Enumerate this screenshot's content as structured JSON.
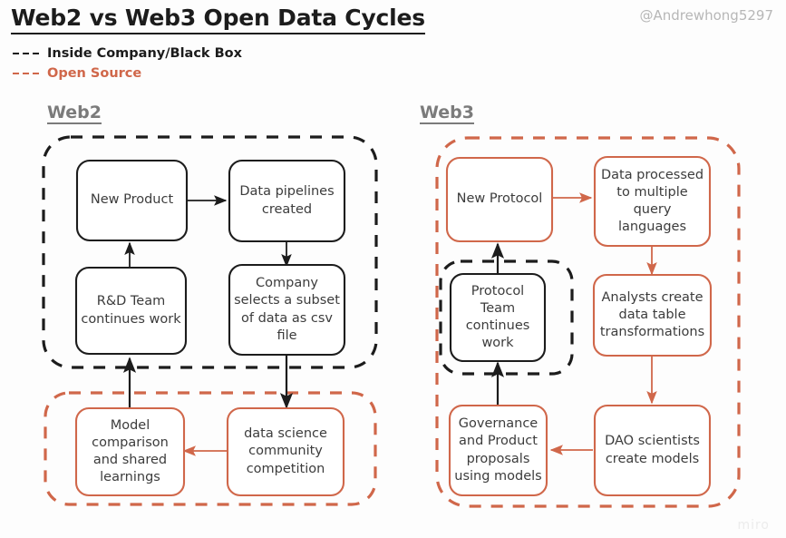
{
  "header": {
    "title": "Web2 vs Web3 Open Data Cycles",
    "handle": "@Andrewhong5297",
    "watermark": "miro"
  },
  "legend": {
    "items": [
      {
        "label": "Inside Company/Black Box",
        "color": "#1c1c1c",
        "style": "dashed"
      },
      {
        "label": "Open Source",
        "color": "#d0674a",
        "style": "dashed"
      }
    ]
  },
  "colors": {
    "black": "#1c1c1c",
    "orange": "#d0674a",
    "text": "#3c3c3c",
    "heading_gray": "#7b7b7b",
    "background": "#fdfdfd"
  },
  "sections": [
    {
      "id": "web2",
      "heading": "Web2",
      "groups": [
        {
          "id": "web2-closed",
          "kind": "black-dashed",
          "label": "Inside Company/Black Box"
        },
        {
          "id": "web2-open",
          "kind": "orange-dashed",
          "label": "Open Source"
        }
      ],
      "nodes": [
        {
          "id": "new-product",
          "label": "New Product",
          "group": "web2-closed",
          "border": "black"
        },
        {
          "id": "data-pipelines-created",
          "label": "Data pipelines created",
          "group": "web2-closed",
          "border": "black"
        },
        {
          "id": "rd-team-continues-work",
          "label": "R&D Team continues work",
          "group": "web2-closed",
          "border": "black"
        },
        {
          "id": "company-selects-subset",
          "label": "Company selects a subset of data as csv file",
          "group": "web2-closed",
          "border": "black"
        },
        {
          "id": "model-comparison",
          "label": "Model comparison and shared learnings",
          "group": "web2-open",
          "border": "orange"
        },
        {
          "id": "data-science-competition",
          "label": "data science community competition",
          "group": "web2-open",
          "border": "orange"
        }
      ],
      "edges": [
        {
          "from": "new-product",
          "to": "data-pipelines-created",
          "color": "black"
        },
        {
          "from": "data-pipelines-created",
          "to": "company-selects-subset",
          "color": "black"
        },
        {
          "from": "company-selects-subset",
          "to": "data-science-competition",
          "color": "black"
        },
        {
          "from": "data-science-competition",
          "to": "model-comparison",
          "color": "orange"
        },
        {
          "from": "model-comparison",
          "to": "rd-team-continues-work",
          "color": "black"
        },
        {
          "from": "rd-team-continues-work",
          "to": "new-product",
          "color": "black"
        }
      ]
    },
    {
      "id": "web3",
      "heading": "Web3",
      "groups": [
        {
          "id": "web3-open",
          "kind": "orange-dashed",
          "label": "Open Source"
        },
        {
          "id": "web3-closed",
          "kind": "black-dashed",
          "label": "Inside Company/Black Box"
        }
      ],
      "nodes": [
        {
          "id": "new-protocol",
          "label": "New Protocol",
          "group": "web3-open",
          "border": "orange"
        },
        {
          "id": "data-processed-query-languages",
          "label": "Data processed to multiple query languages",
          "group": "web3-open",
          "border": "orange"
        },
        {
          "id": "protocol-team-continues-work",
          "label": "Protocol Team continues work",
          "group": "web3-closed",
          "border": "black"
        },
        {
          "id": "analysts-create-transformations",
          "label": "Analysts create data table transformations",
          "group": "web3-open",
          "border": "orange"
        },
        {
          "id": "governance-product-proposals",
          "label": "Governance and Product proposals using models",
          "group": "web3-open",
          "border": "orange"
        },
        {
          "id": "dao-scientists-create-models",
          "label": "DAO scientists create models",
          "group": "web3-open",
          "border": "orange"
        }
      ],
      "edges": [
        {
          "from": "new-protocol",
          "to": "data-processed-query-languages",
          "color": "orange"
        },
        {
          "from": "data-processed-query-languages",
          "to": "analysts-create-transformations",
          "color": "orange"
        },
        {
          "from": "analysts-create-transformations",
          "to": "dao-scientists-create-models",
          "color": "orange"
        },
        {
          "from": "dao-scientists-create-models",
          "to": "governance-product-proposals",
          "color": "orange"
        },
        {
          "from": "governance-product-proposals",
          "to": "protocol-team-continues-work",
          "color": "black"
        },
        {
          "from": "protocol-team-continues-work",
          "to": "new-protocol",
          "color": "black"
        }
      ]
    }
  ]
}
